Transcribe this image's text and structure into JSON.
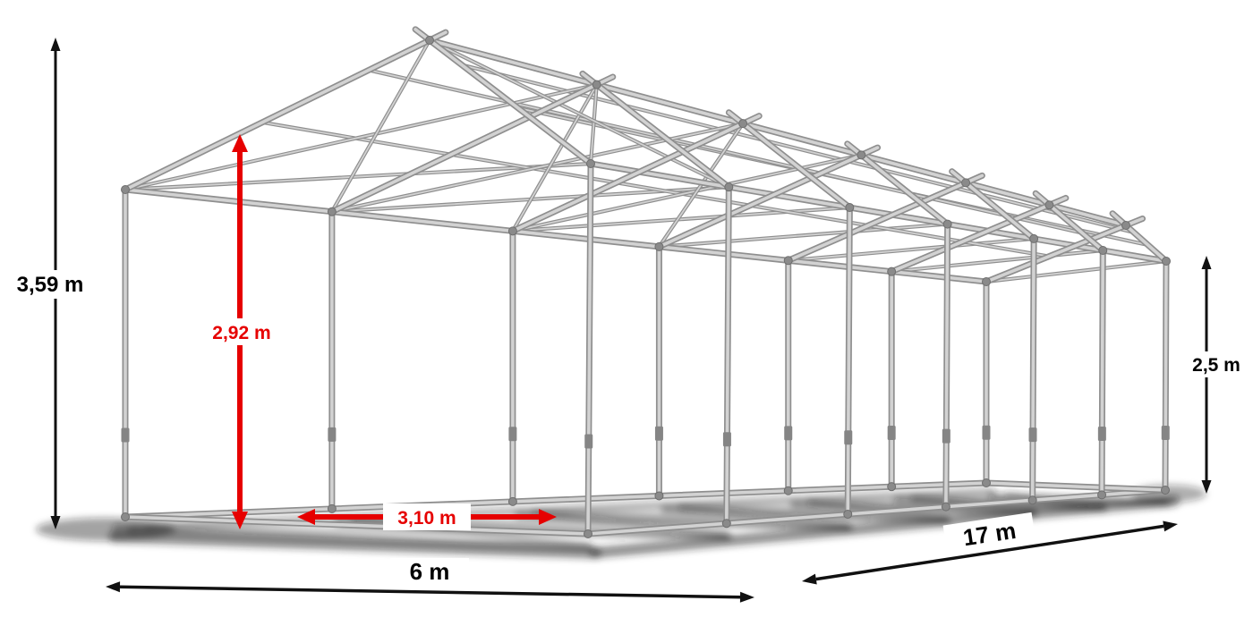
{
  "dimensions": {
    "total_height": {
      "label": "3,59 m",
      "color": "#000000"
    },
    "inner_height": {
      "label": "2,92 m",
      "color": "#e60000"
    },
    "bay_spacing": {
      "label": "3,10 m",
      "color": "#e60000"
    },
    "side_height": {
      "label": "2,5 m",
      "color": "#000000"
    },
    "width": {
      "label": "6 m",
      "color": "#000000"
    },
    "length": {
      "label": "17 m",
      "color": "#000000"
    }
  },
  "palette": {
    "background": "#ffffff",
    "frame_edge": "#8f8f8f",
    "frame_fill": "#d2d2d2",
    "joint": "#8a8a8a",
    "shadow": "#1f1f1f",
    "arrow_black": "#111111",
    "arrow_red": "#e60000"
  }
}
